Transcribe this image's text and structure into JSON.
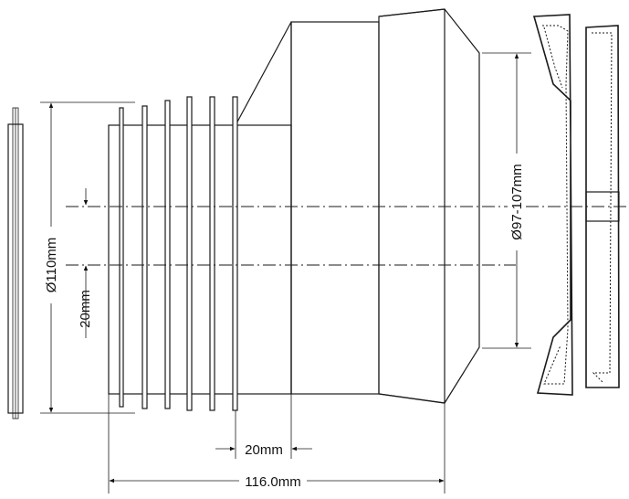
{
  "dimensions": {
    "outer_diameter": "Ø110mm",
    "offset": "20mm",
    "inner_diameter": "Ø97-107mm",
    "rib_spacing": "20mm",
    "total_length": "116.0mm"
  }
}
